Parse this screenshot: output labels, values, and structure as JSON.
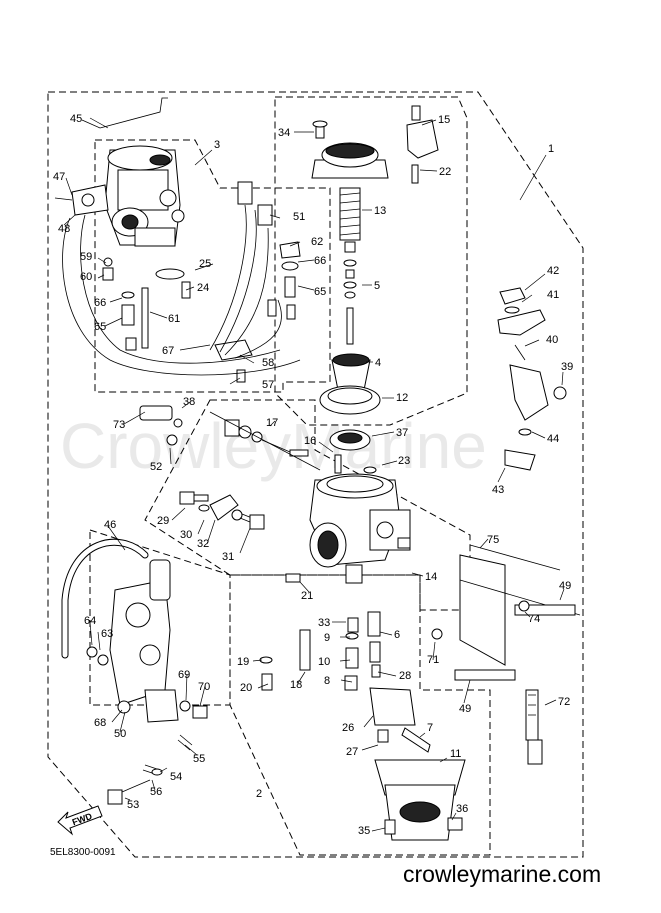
{
  "watermark": "CrowleyMarine",
  "site": "crowleymarine.com",
  "diagram_code": "5EL8300-0091",
  "fwd_label": "FWD",
  "callouts": [
    "1",
    "2",
    "3",
    "4",
    "5",
    "6",
    "7",
    "8",
    "9",
    "10",
    "11",
    "12",
    "13",
    "14",
    "15",
    "16",
    "17",
    "18",
    "19",
    "20",
    "21",
    "22",
    "23",
    "24",
    "25",
    "26",
    "27",
    "28",
    "29",
    "30",
    "31",
    "32",
    "33",
    "34",
    "35",
    "36",
    "37",
    "38",
    "39",
    "40",
    "41",
    "42",
    "43",
    "44",
    "45",
    "46",
    "47",
    "48",
    "49",
    "49",
    "50",
    "51",
    "52",
    "53",
    "54",
    "55",
    "56",
    "57",
    "58",
    "59",
    "60",
    "61",
    "62",
    "63",
    "64",
    "65",
    "65",
    "66",
    "66",
    "67",
    "68",
    "69",
    "70",
    "71",
    "72",
    "73",
    "74",
    "75"
  ]
}
